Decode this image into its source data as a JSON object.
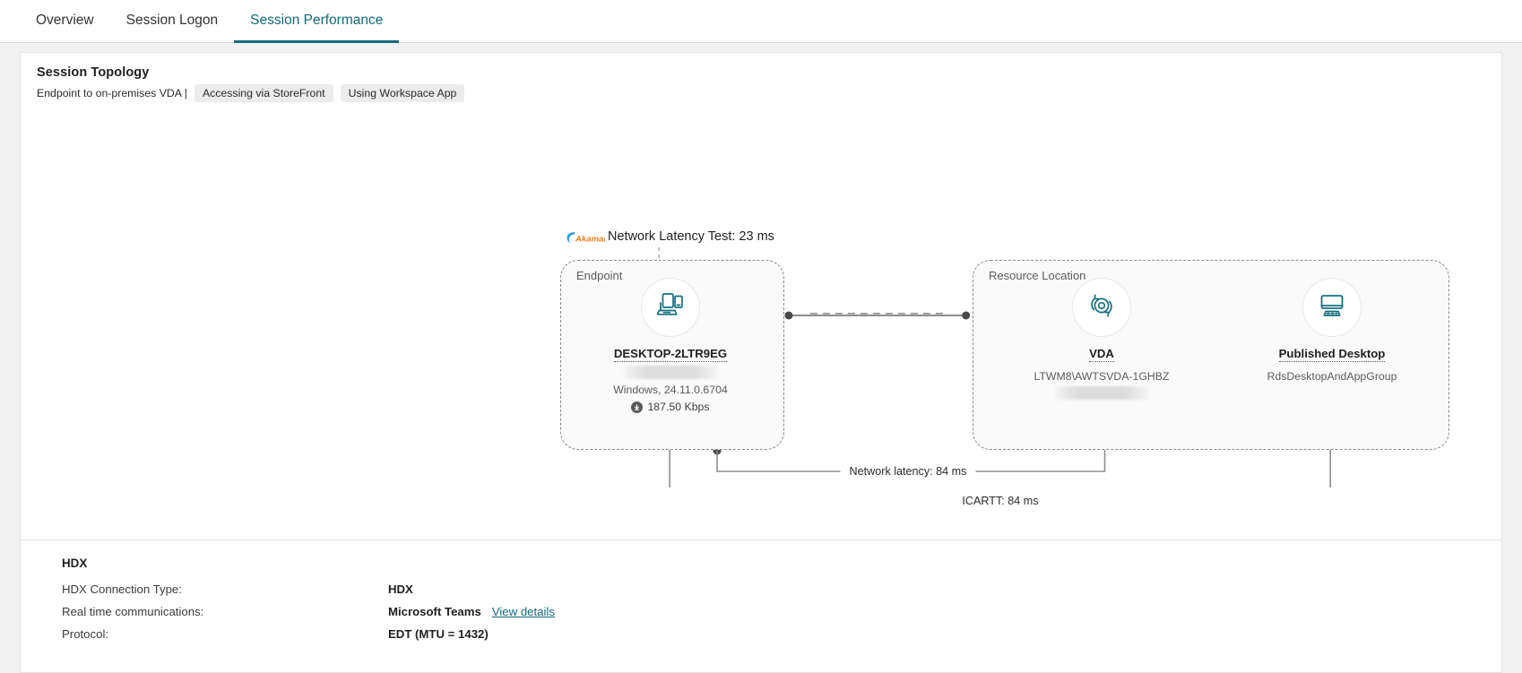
{
  "tabs": [
    {
      "label": "Overview",
      "active": false
    },
    {
      "label": "Session Logon",
      "active": false
    },
    {
      "label": "Session Performance",
      "active": true
    }
  ],
  "topology": {
    "title": "Session Topology",
    "subtitle": "Endpoint to on-premises VDA |",
    "pills": [
      "Accessing via StoreFront",
      "Using Workspace App"
    ],
    "akamai": {
      "brand": "Akamai",
      "label": "Network Latency Test: 23 ms"
    },
    "zones": {
      "endpoint": "Endpoint",
      "resource_location": "Resource Location"
    },
    "nodes": {
      "endpoint": {
        "name": "DESKTOP-2LTR9EG",
        "os": "Windows, 24.11.0.6704",
        "bandwidth": "187.50 Kbps",
        "icon": "devices-icon"
      },
      "vda": {
        "name": "VDA",
        "machine": "LTWM8\\AWTSVDA-1GHBZ",
        "icon": "vda-refresh-icon"
      },
      "published_desktop": {
        "name": "Published Desktop",
        "group": "RdsDesktopAndAppGroup",
        "icon": "monitor-icon"
      }
    },
    "measurements": {
      "network_latency": "Network latency: 84 ms",
      "ica_rtt": "ICARTT: 84 ms"
    }
  },
  "hdx": {
    "title": "HDX",
    "rows": [
      {
        "key": "HDX Connection Type:",
        "value": "HDX",
        "link": ""
      },
      {
        "key": "Real time communications:",
        "value": "Microsoft Teams",
        "link": "View details"
      },
      {
        "key": "Protocol:",
        "value": "EDT (MTU = 1432)",
        "link": ""
      }
    ]
  },
  "colors": {
    "accent": "#15697b",
    "icon": "#14707f",
    "muted": "#5c5c5c",
    "akamai_orange": "#f6821f",
    "akamai_blue": "#2b9fd8"
  }
}
